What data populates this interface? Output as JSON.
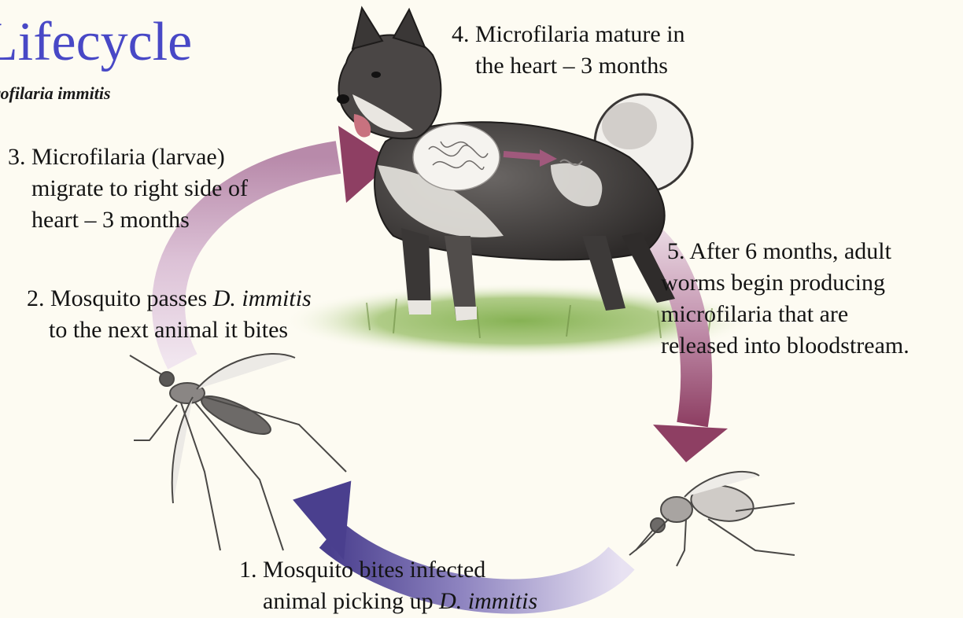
{
  "title": "Lifecycle",
  "subtitle": "rofilaria immitis",
  "steps": [
    {
      "lines": [
        {
          "pre": "1. Mosquito bites infected",
          "em": ""
        },
        {
          "pre": "animal picking up ",
          "em": "D. immitis"
        }
      ]
    },
    {
      "lines": [
        {
          "pre": "2. Mosquito passes ",
          "em": "D. immitis"
        },
        {
          "pre": "to the next animal it bites",
          "em": ""
        }
      ]
    },
    {
      "lines": [
        {
          "pre": "3. Microfilaria (larvae)",
          "em": ""
        },
        {
          "pre": "migrate to right side of",
          "em": ""
        },
        {
          "pre": "heart – 3 months",
          "em": ""
        }
      ]
    },
    {
      "lines": [
        {
          "pre": "4. Microfilaria mature in",
          "em": ""
        },
        {
          "pre": "the heart – 3 months",
          "em": ""
        }
      ]
    },
    {
      "lines": [
        {
          "pre": "5. After 6 months, adult",
          "em": ""
        },
        {
          "pre": "worms begin producing",
          "em": ""
        },
        {
          "pre": "microfilaria that are",
          "em": ""
        },
        {
          "pre": "released into bloodstream.",
          "em": ""
        }
      ]
    }
  ],
  "colors": {
    "title": "#4848c6",
    "arrow_blue": "#4a3f8e",
    "arrow_maroon": "#8e3f63",
    "arrow_pink": "#b07a97",
    "grass": "#7aa34a"
  },
  "icons": [
    "husky-dog-illustration",
    "mosquito-illustration",
    "grass-patch",
    "heart-worms"
  ]
}
